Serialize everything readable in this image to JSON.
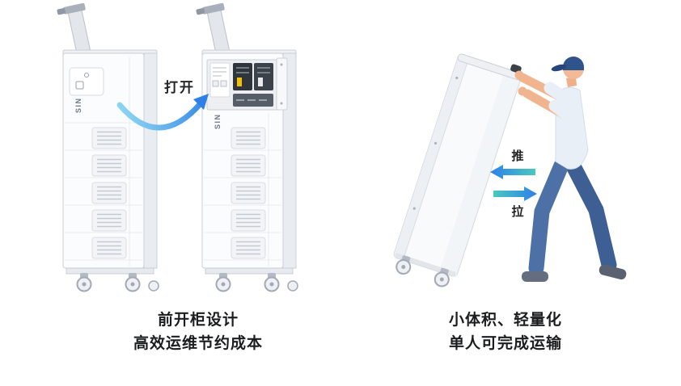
{
  "left_figure": {
    "arrow_label": "打开",
    "cabinet_closed_badge": "SIN",
    "cabinet_open_badge": "SIN",
    "caption_line1": "前开柜设计",
    "caption_line2": "高效运维节约成本"
  },
  "right_figure": {
    "push_label": "推",
    "pull_label": "拉",
    "caption_line1": "小体积、轻量化",
    "caption_line2": "单人可完成运输"
  },
  "colors": {
    "background": "#ffffff",
    "accent_blue": "#2e7fe8",
    "accent_teal": "#49c9c0",
    "arrow_light": "#8fd9f2",
    "cabinet_fill": "#fbfcfd",
    "cabinet_stroke": "#c9cfd7",
    "cap_blue": "#2f548c",
    "pants_blue": "#4d71a6",
    "shirt_blue": "#e9eff7",
    "skin": "#f2bb95",
    "text_dark": "#1b1d1f"
  }
}
